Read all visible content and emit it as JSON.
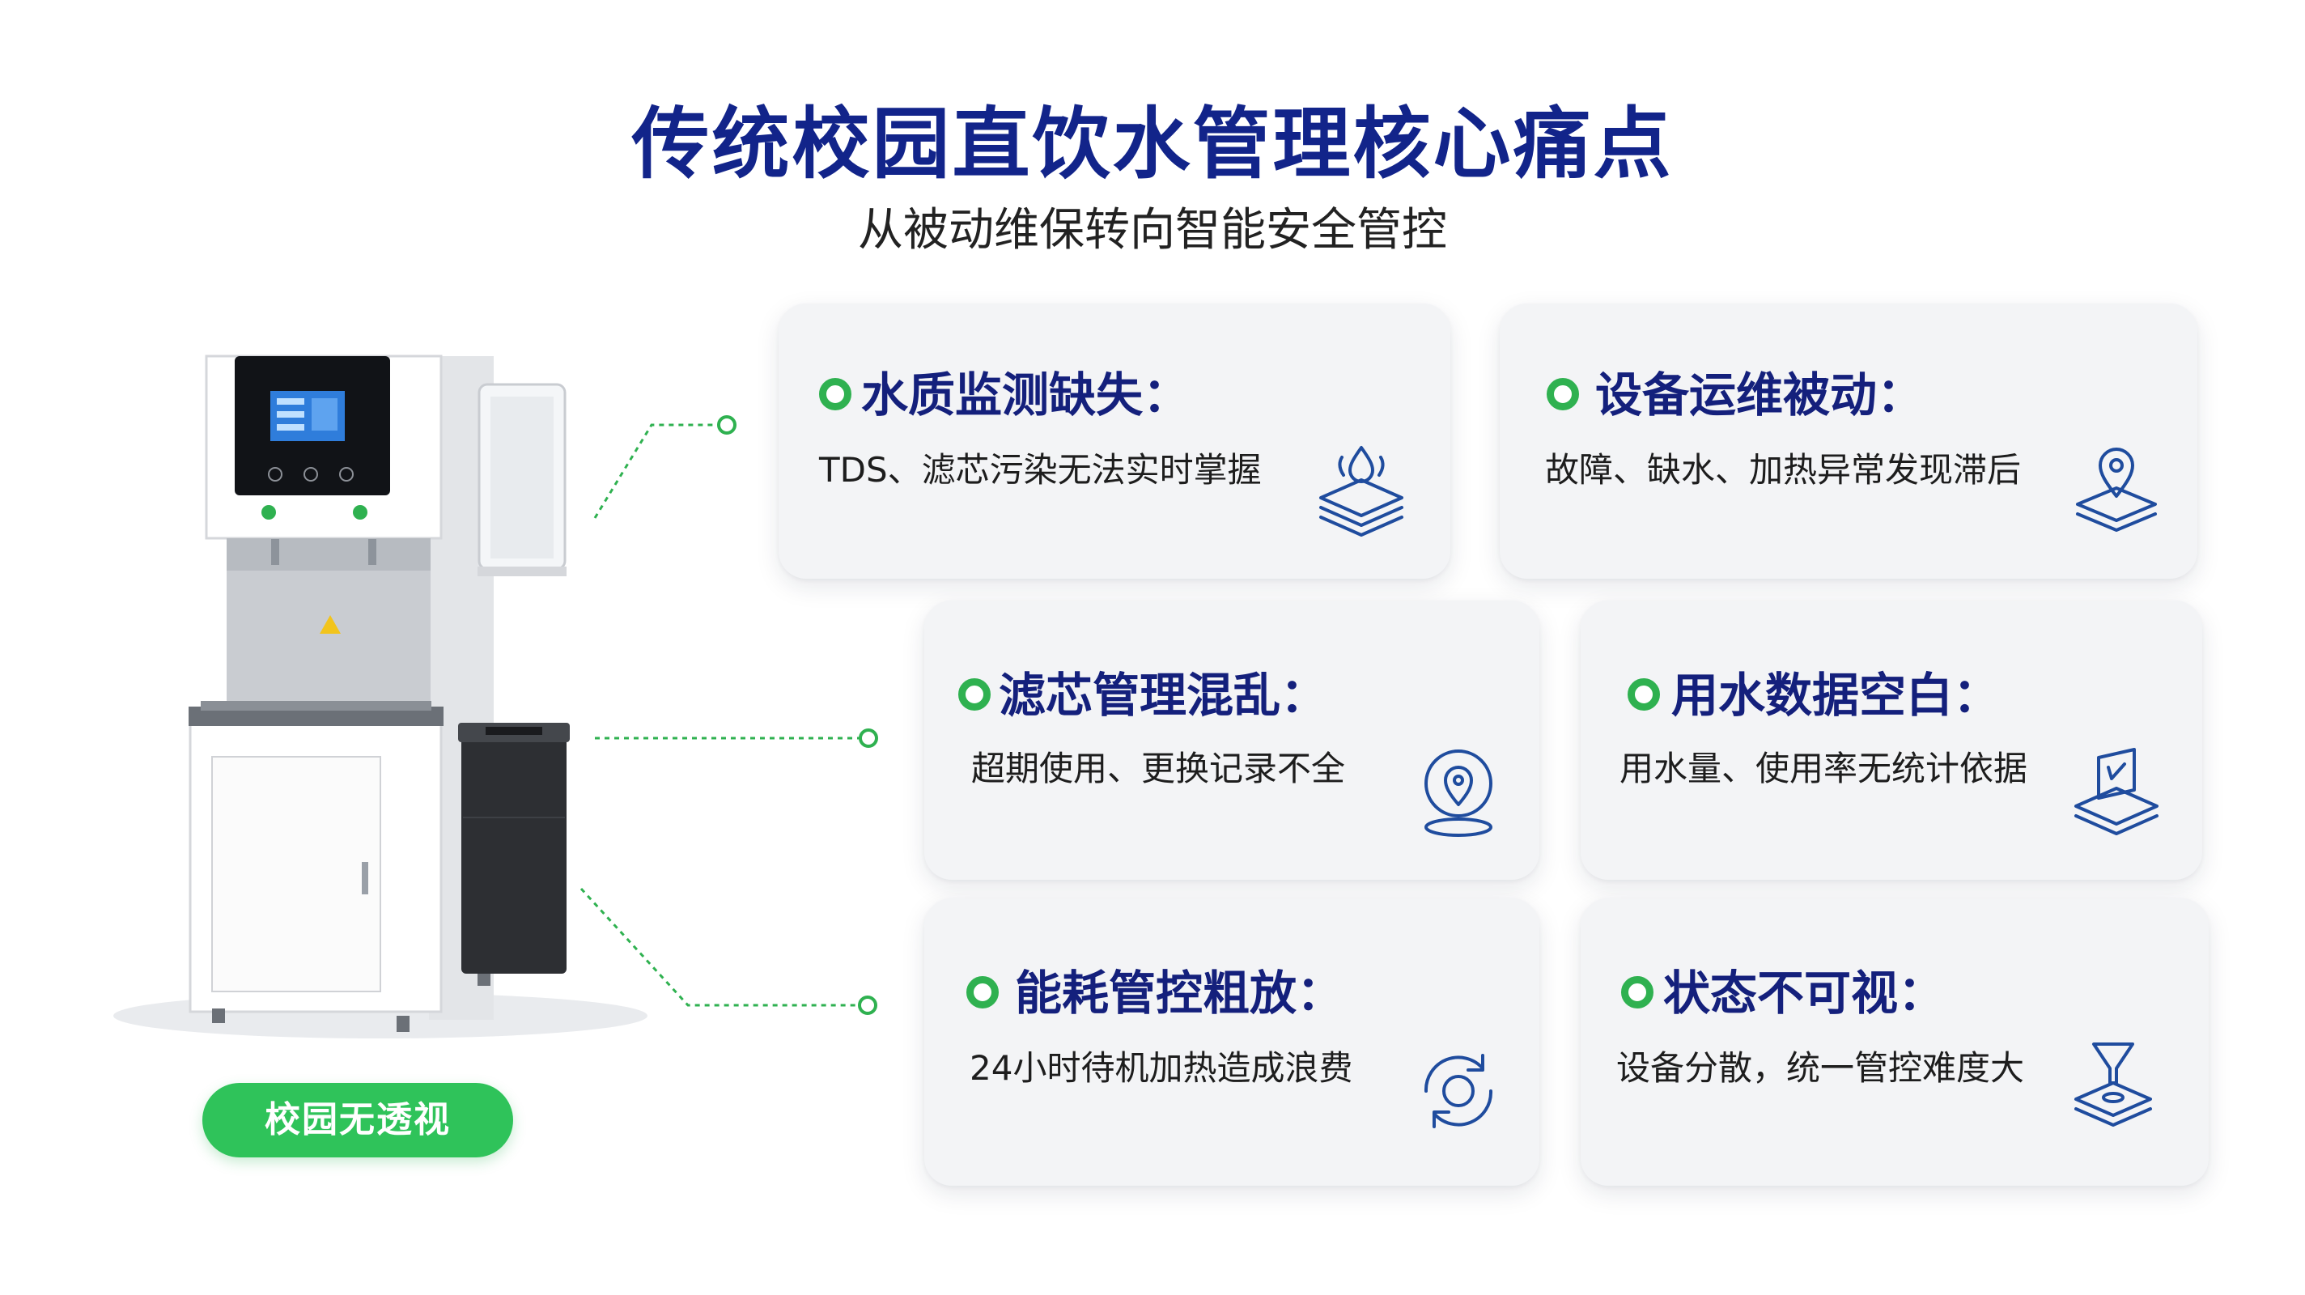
{
  "header": {
    "title": "传统校园直饮水管理核心痛点",
    "subtitle": "从被动维保转向智能安全管控"
  },
  "cards": [
    {
      "title": "水质监测缺失：",
      "desc": "TDS、滤芯污染无法实时掌握",
      "icon": "water-drop-layers-icon"
    },
    {
      "title": "设备运维被动：",
      "desc": "故障、缺水、加热异常发现滞后",
      "icon": "location-pin-layers-icon"
    },
    {
      "title": "滤芯管理混乱：",
      "desc": "超期使用、更换记录不全",
      "icon": "location-pin-circle-icon"
    },
    {
      "title": "用水数据空白：",
      "desc": "用水量、使用率无统计依据",
      "icon": "data-box-layers-icon"
    },
    {
      "title": "能耗管控粗放：",
      "desc": "24小时待机加热造成浪费",
      "icon": "refresh-cycle-icon"
    },
    {
      "title": "状态不可视：",
      "desc": "设备分散，统一管控难度大",
      "icon": "platform-stack-icon"
    }
  ],
  "badge": {
    "label": "校园无透视"
  },
  "colors": {
    "title": "#12248a",
    "card_title": "#14207c",
    "accent_green": "#2fb150",
    "badge": "#2fc35a",
    "icon_blue": "#1f4c9e"
  }
}
